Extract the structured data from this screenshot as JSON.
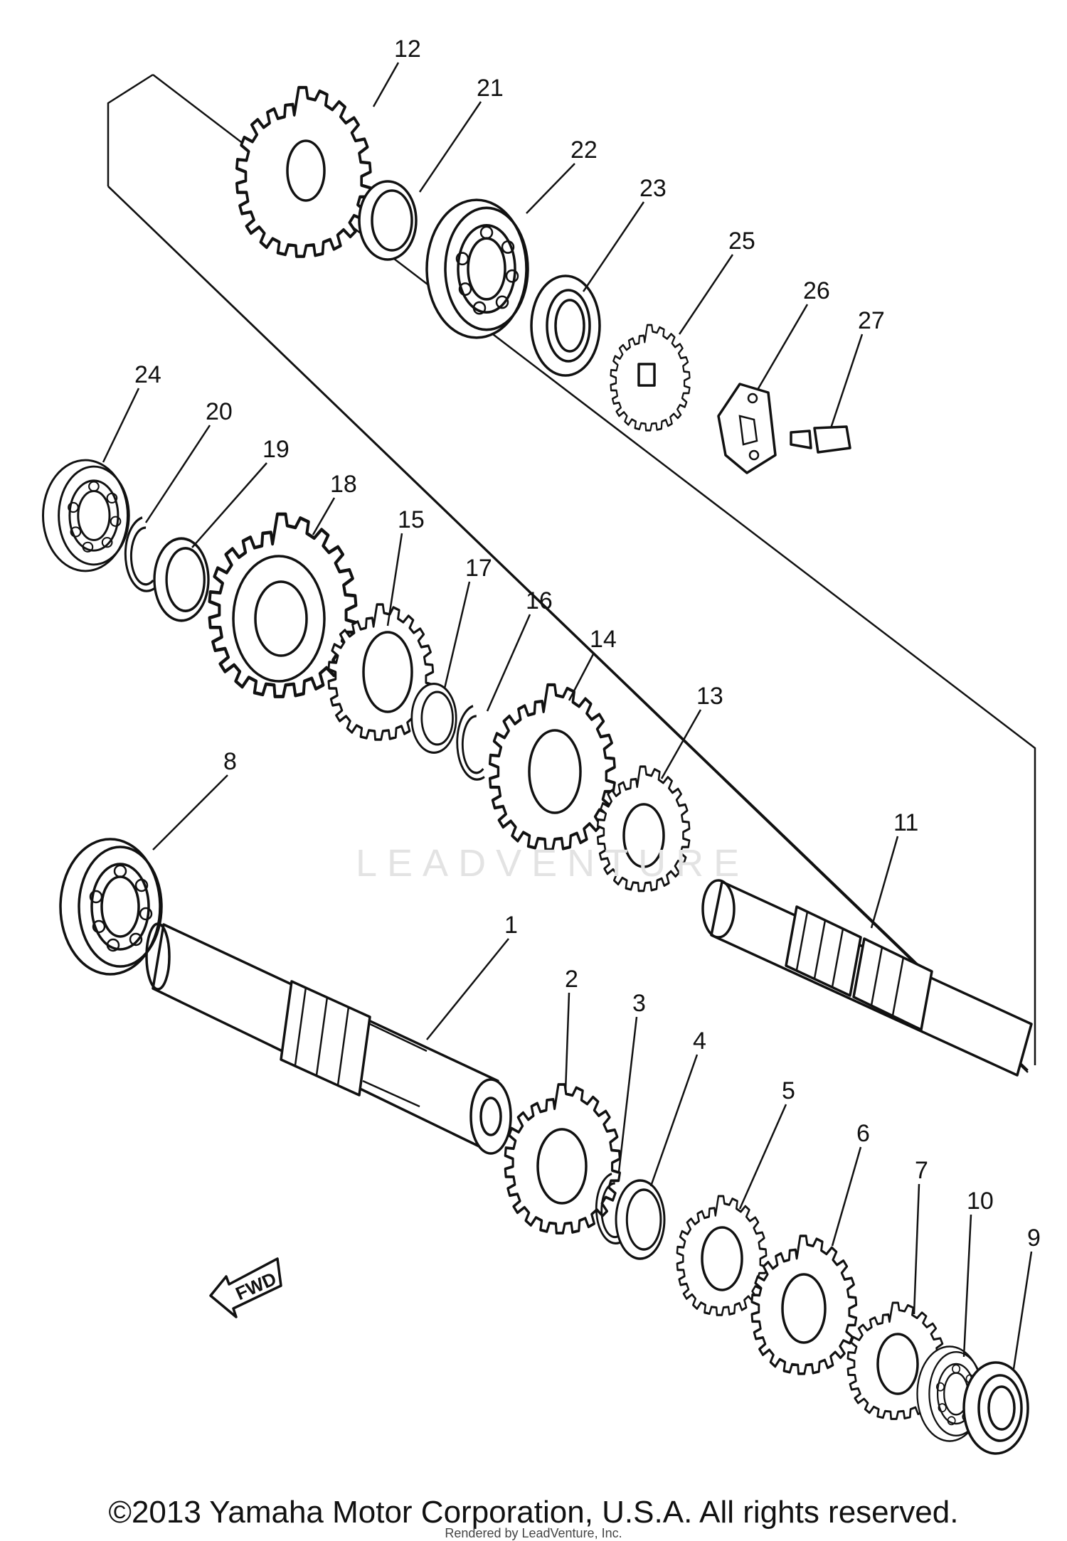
{
  "callouts": [
    {
      "num": "12",
      "part": "gear-12"
    },
    {
      "num": "21",
      "part": "washer-21"
    },
    {
      "num": "22",
      "part": "bearing-22"
    },
    {
      "num": "23",
      "part": "oil-seal-23"
    },
    {
      "num": "25",
      "part": "sprocket-25"
    },
    {
      "num": "26",
      "part": "lock-washer-26"
    },
    {
      "num": "27",
      "part": "bolt-27"
    },
    {
      "num": "24",
      "part": "bearing-24"
    },
    {
      "num": "20",
      "part": "circlip-20"
    },
    {
      "num": "19",
      "part": "washer-19"
    },
    {
      "num": "18",
      "part": "gear-18"
    },
    {
      "num": "15",
      "part": "gear-15"
    },
    {
      "num": "17",
      "part": "washer-17"
    },
    {
      "num": "16",
      "part": "circlip-16"
    },
    {
      "num": "14",
      "part": "gear-14"
    },
    {
      "num": "13",
      "part": "gear-13"
    },
    {
      "num": "8",
      "part": "bearing-8"
    },
    {
      "num": "11",
      "part": "drive-axle-11"
    },
    {
      "num": "1",
      "part": "main-axle-1"
    },
    {
      "num": "2",
      "part": "gear-2"
    },
    {
      "num": "3",
      "part": "circlip-3"
    },
    {
      "num": "4",
      "part": "washer-4"
    },
    {
      "num": "5",
      "part": "gear-5"
    },
    {
      "num": "6",
      "part": "gear-6"
    },
    {
      "num": "7",
      "part": "gear-7"
    },
    {
      "num": "10",
      "part": "bearing-10"
    },
    {
      "num": "9",
      "part": "oil-seal-9"
    }
  ],
  "fwd_label": "FWD",
  "watermark": "LEADVENTURE",
  "copyright": "©2013 Yamaha Motor Corporation, U.S.A. All rights reserved.",
  "rendered_by": "Rendered by LeadVenture, Inc."
}
